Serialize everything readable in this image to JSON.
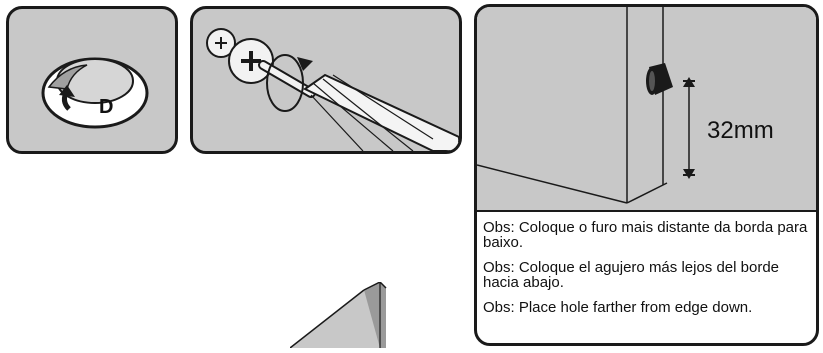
{
  "panel_1": {
    "letter": "D",
    "icon": "rotate-arrow-icon"
  },
  "panel_2": {
    "icon": "screwdriver-icon"
  },
  "panel_3": {
    "measurement": "32mm",
    "notes": [
      "Obs: Coloque o furo mais distante da borda para baixo.",
      "Obs: Coloque el agujero más lejos del borde hacia abajo.",
      "Obs: Place hole farther from edge down."
    ]
  },
  "colors": {
    "panel_fill": "#c8c8c8",
    "outline": "#1a1a1a",
    "text_bg": "#ffffff"
  }
}
